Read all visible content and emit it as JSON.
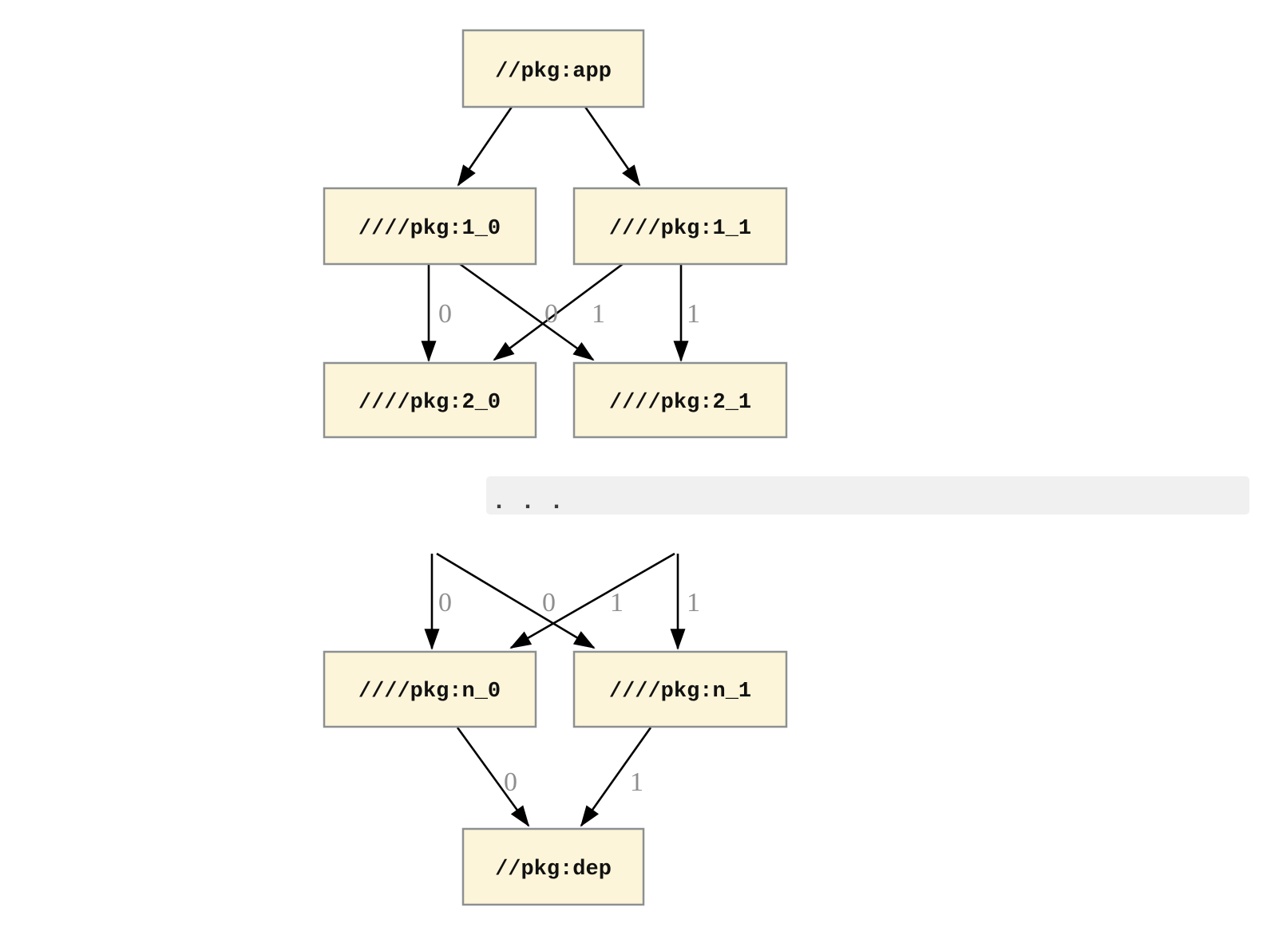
{
  "graph": {
    "nodes": {
      "app": "//pkg:app",
      "v1_0": "////pkg:1_0",
      "v1_1": "////pkg:1_1",
      "v2_0": "////pkg:2_0",
      "v2_1": "////pkg:2_1",
      "vn_0": "////pkg:n_0",
      "vn_1": "////pkg:n_1",
      "dep": "//pkg:dep"
    },
    "edge_labels": {
      "e1_0_to_2_0": "0",
      "e1_0_to_2_1": "0",
      "e1_1_to_2_0": "1",
      "e1_1_to_2_1": "1",
      "cont_to_n_0_left": "0",
      "cont_to_n_1_left": "0",
      "cont_to_n_0_right": "1",
      "cont_to_n_1_right": "1",
      "en_0_to_dep": "0",
      "en_1_to_dep": "1"
    },
    "separator_text": ". . ."
  },
  "colors": {
    "canvas_bg": "#ffffff",
    "node_fill": "#fcf5d9",
    "node_border": "#8c9091",
    "node_text": "#111111",
    "edge_stroke": "#000000",
    "edge_label": "#8f8f8f",
    "band_bg": "#f0f0f0",
    "band_text": "#3c3c3c"
  }
}
